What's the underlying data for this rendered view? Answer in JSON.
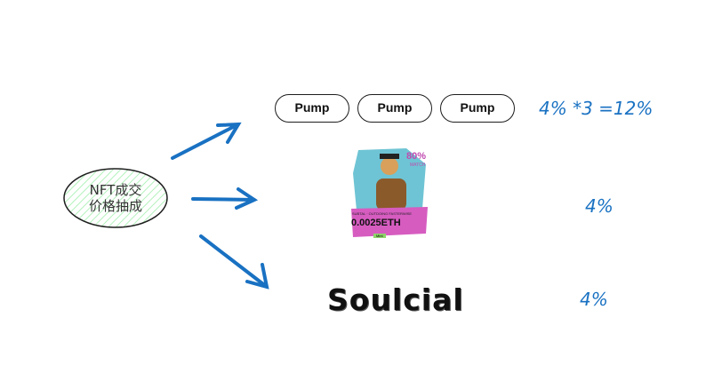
{
  "center_node": {
    "line1": "NFT成交",
    "line2": "价格抽成"
  },
  "pumps": [
    "Pump",
    "Pump",
    "Pump"
  ],
  "rates": {
    "pump": "4% *3 =12%",
    "nft": "4%",
    "soulcial": "4%"
  },
  "nft_card": {
    "discount": "80%",
    "subtitle": "MATCH",
    "caption": "SUBTAL · OUTDOING FASTERWISE",
    "price": "0.0025ETH",
    "tag": "Mint"
  },
  "soulcial_logo": "Soulcial",
  "colors": {
    "arrow": "#1971c2",
    "ellipse_fill": "#d3f9d8",
    "card_bg": "#6ec4d4",
    "banner": "#d65cc0"
  }
}
